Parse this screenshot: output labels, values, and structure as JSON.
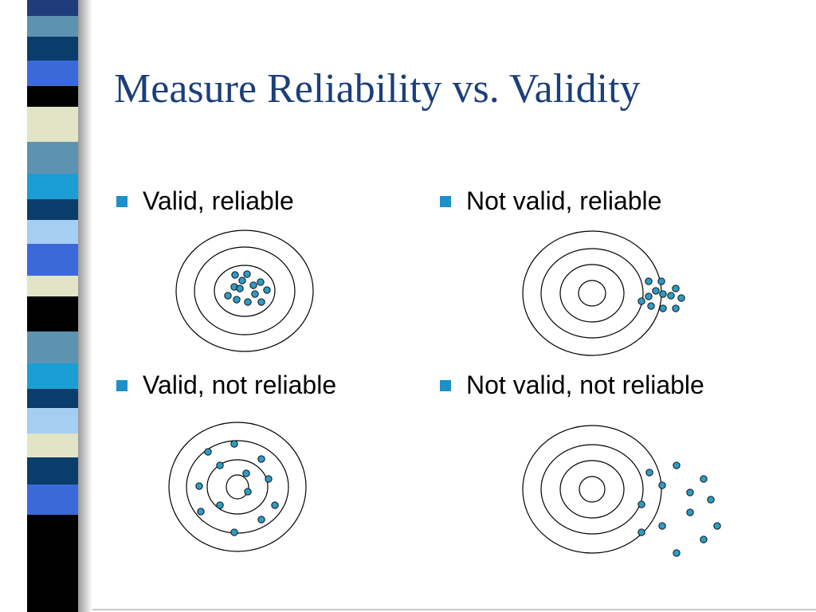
{
  "slide": {
    "title": "Measure Reliability vs. Validity",
    "colors": {
      "title": "#1b3f7a",
      "bullet": "#1e8fc7",
      "dot_fill": "#2f9bc4",
      "stripes": [
        "#1f3d7a",
        "#5d93b0",
        "#093d6b",
        "#3a6ad9",
        "#000000",
        "#e1e5c5",
        "#5d93b0",
        "#1a9ed5",
        "#093d6b",
        "#a5cef2",
        "#3a6ad9",
        "#e1e5c5",
        "#000000",
        "#5d93b0",
        "#1a9ed5",
        "#093d6b",
        "#a5cef2",
        "#e1e5c5",
        "#093d6b",
        "#3a6ad9",
        "#000000"
      ]
    }
  },
  "panels": [
    {
      "label": "Valid, reliable",
      "pattern": "tight cluster at center"
    },
    {
      "label": "Not valid, reliable",
      "pattern": "tight cluster off target"
    },
    {
      "label": "Valid, not reliable",
      "pattern": "spread around center"
    },
    {
      "label": "Not valid, not reliable",
      "pattern": "spread off target"
    }
  ]
}
